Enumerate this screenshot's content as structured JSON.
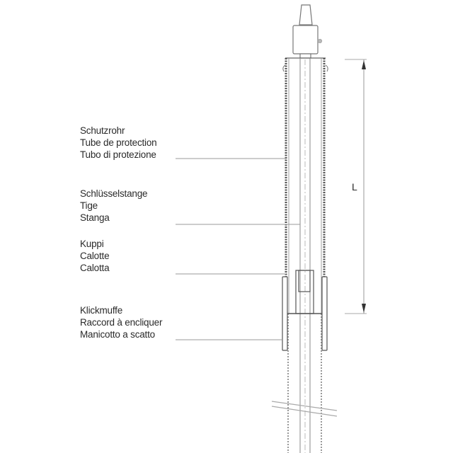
{
  "diagram": {
    "type": "technical-drawing",
    "subject": "protective tube with key rod and click sleeve",
    "labels": [
      {
        "id": "protective-tube",
        "lines": [
          "Schutzrohr",
          "Tube de protection",
          "Tubo di protezione"
        ]
      },
      {
        "id": "key-rod",
        "lines": [
          "Schlüsselstange",
          "Tige",
          "Stanga"
        ]
      },
      {
        "id": "cap",
        "lines": [
          "Kuppi",
          "Calotte",
          "Calotta"
        ]
      },
      {
        "id": "click-sleeve",
        "lines": [
          "Klickmuffe",
          "Raccord à encliquer",
          "Manicotto a scatto"
        ]
      }
    ],
    "dimension": {
      "label": "L"
    },
    "colors": {
      "line": "#555555",
      "dashed": "#888888",
      "text": "#2a2a2a",
      "background": "#ffffff"
    }
  }
}
